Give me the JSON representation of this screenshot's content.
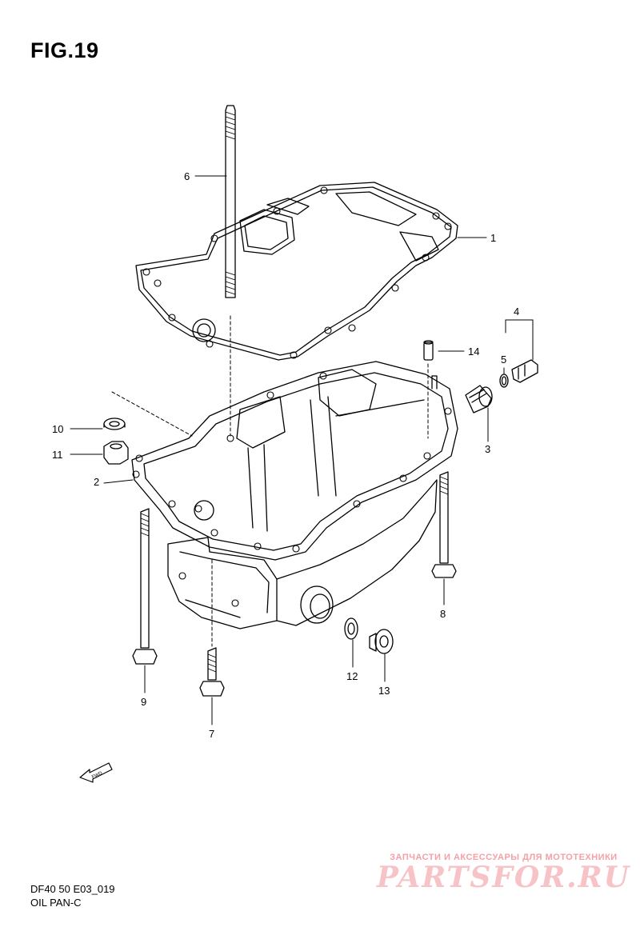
{
  "figure": {
    "title": "FIG.19"
  },
  "callouts": [
    {
      "id": "1",
      "label": "1"
    },
    {
      "id": "2",
      "label": "2"
    },
    {
      "id": "3",
      "label": "3"
    },
    {
      "id": "4",
      "label": "4"
    },
    {
      "id": "5",
      "label": "5"
    },
    {
      "id": "6",
      "label": "6"
    },
    {
      "id": "7",
      "label": "7"
    },
    {
      "id": "8",
      "label": "8"
    },
    {
      "id": "9",
      "label": "9"
    },
    {
      "id": "10",
      "label": "10"
    },
    {
      "id": "11",
      "label": "11"
    },
    {
      "id": "12",
      "label": "12"
    },
    {
      "id": "13",
      "label": "13"
    },
    {
      "id": "14",
      "label": "14"
    }
  ],
  "fwd_arrow": {
    "label": "FWD"
  },
  "footer": {
    "model_code": "DF40 50 E03_019",
    "section_name": "OIL PAN-C"
  },
  "watermark": {
    "tagline": "ЗАПЧАСТИ И АКСЕССУАРЫ ДЛЯ МОТОТЕХНИКИ",
    "logo": "PARTSFOR.RU",
    "color": "#f4a0a6"
  }
}
